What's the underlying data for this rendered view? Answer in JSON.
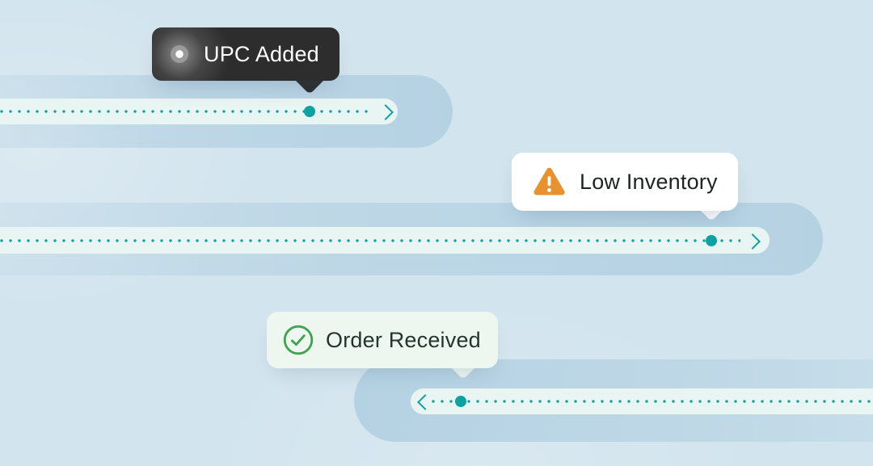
{
  "scene": {
    "background_color": "#d2e4ee",
    "accent_teal": "#0ca2a2",
    "track_outer_color": "#b5d2e3",
    "track_inner_color": "#e9f5f2"
  },
  "badges": [
    {
      "label": "UPC Added",
      "icon": "status-dot-icon",
      "style": "dark",
      "background": "#2d2d2d",
      "text_color": "#ffffff"
    },
    {
      "label": "Low Inventory",
      "icon": "warning-icon",
      "style": "white",
      "background": "#ffffff",
      "text_color": "#1d2524",
      "icon_color": "#e8912f"
    },
    {
      "label": "Order Received",
      "icon": "check-circle-icon",
      "style": "mint",
      "background": "#edf7ef",
      "text_color": "#243430",
      "icon_color": "#3fa251"
    }
  ],
  "tracks": [
    {
      "name": "upc-added-track",
      "direction": "right"
    },
    {
      "name": "low-inventory-track",
      "direction": "right"
    },
    {
      "name": "order-received-track",
      "direction": "left"
    }
  ]
}
